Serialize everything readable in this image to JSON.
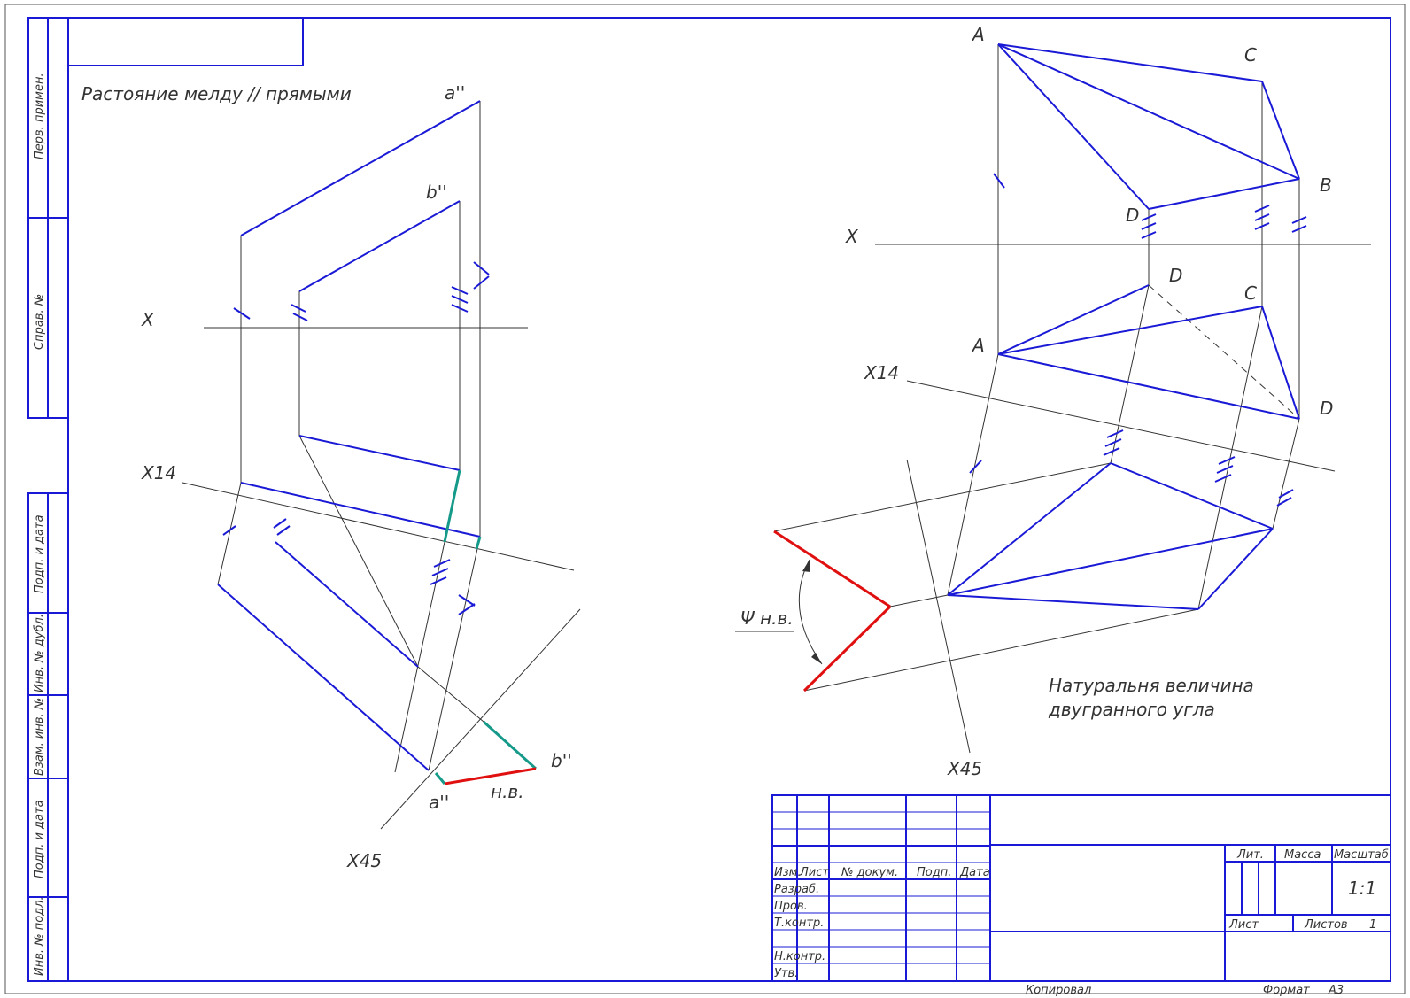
{
  "colors": {
    "frame": "#1a1ad6",
    "construction": "#333333",
    "accent_teal": "#159a8a",
    "accent_red": "#e01010"
  },
  "left_drawing": {
    "title": "Растояние мелду // прямыми",
    "labels": {
      "a_top": "a''",
      "b_top": "b''",
      "x_axis": "X",
      "x14_axis": "X14",
      "x45_axis": "X45",
      "a_bottom": "a''",
      "b_bottom": "b''",
      "true_length": "н.в."
    }
  },
  "right_drawing": {
    "labels": {
      "A_top": "A",
      "C_top": "C",
      "B_top": "B",
      "D_top": "D",
      "x_axis": "X",
      "D_mid": "D",
      "C_mid": "C",
      "A_mid": "A",
      "D_right": "D",
      "x14_axis": "X14",
      "x45_axis": "X45",
      "angle_label": "Ψ н.в."
    },
    "note_line1": "Натуральня величина",
    "note_line2": "двугранного угла"
  },
  "side_stamp": {
    "perv_primen": "Перв. примен.",
    "sprav_no": "Справ. №",
    "podp_data_1": "Подп. и дата",
    "inv_dubl": "Инв. № дубл.",
    "vzam_inv": "Взам. инв. №",
    "podp_data_2": "Подп. и дата",
    "inv_podl": "Инв. № подл."
  },
  "title_block": {
    "col_izm": "Изм.",
    "col_list": "Лист",
    "col_docum": "№ докум.",
    "col_podp": "Подп.",
    "col_data": "Дата",
    "razrab": "Разраб.",
    "prov": "Пров.",
    "tkontr": "Т.контр.",
    "nkontr": "Н.контр.",
    "utv": "Утв.",
    "lit": "Лит.",
    "massa": "Масса",
    "masshtab": "Масштаб",
    "scale_value": "1:1",
    "list_label": "Лист",
    "listov_label": "Листов",
    "listov_value": "1",
    "kopiroval": "Копировал",
    "format_label": "Формат",
    "format_value": "A3"
  }
}
